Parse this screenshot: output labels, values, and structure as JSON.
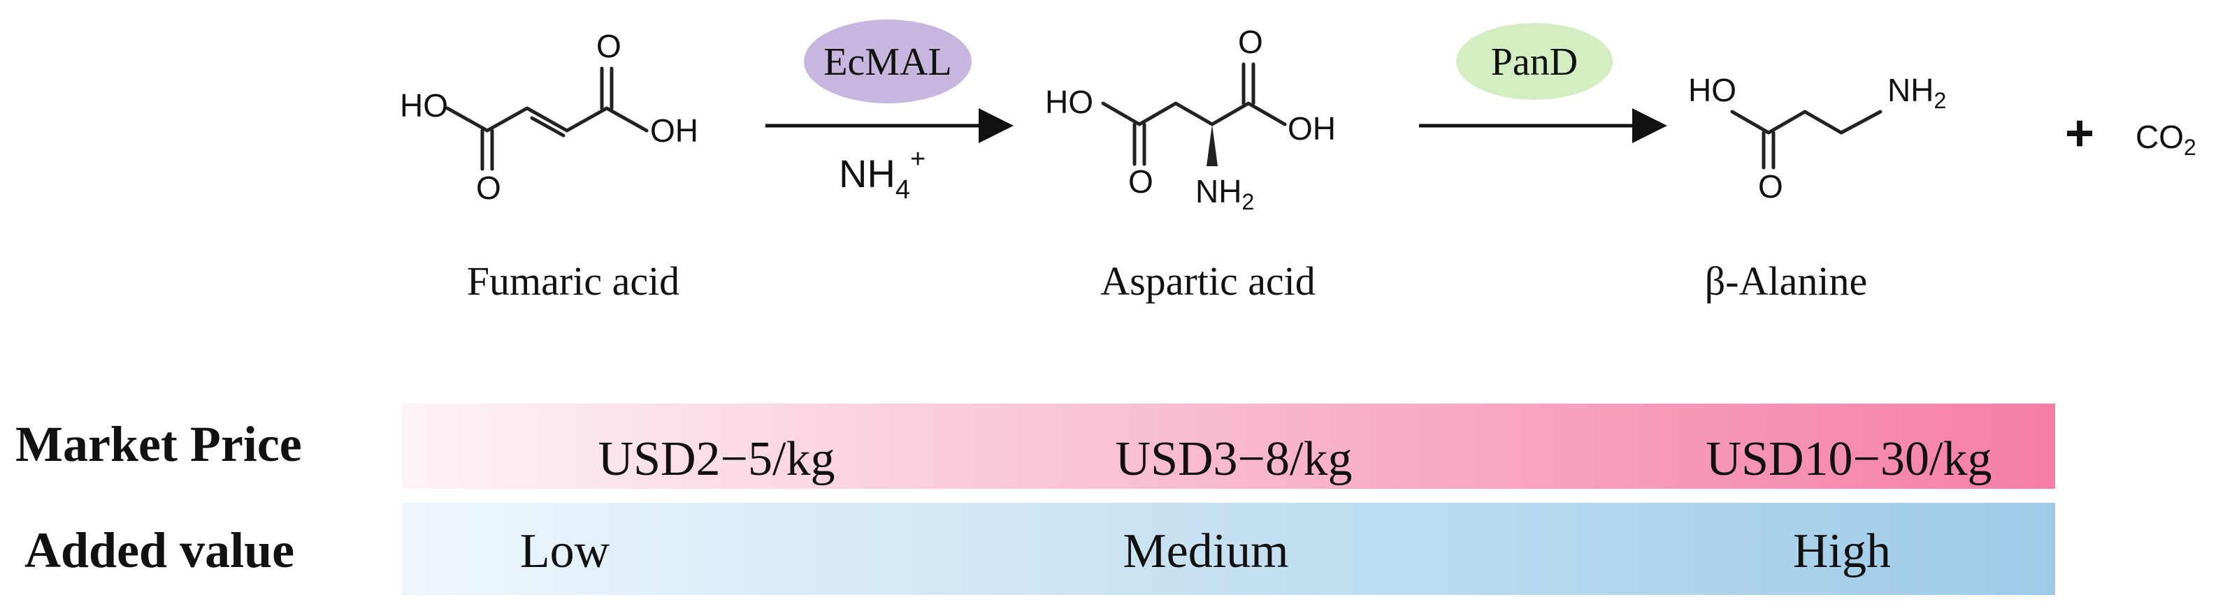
{
  "compounds": {
    "fumaric": {
      "name": "Fumaric acid",
      "ho": "HO",
      "oh": "OH",
      "o_top": "O",
      "o_bottom": "O"
    },
    "aspartic": {
      "name": "Aspartic acid",
      "ho": "HO",
      "oh": "OH",
      "o_top": "O",
      "o_bottom": "O",
      "nh": "NH",
      "nh_sub": "2"
    },
    "alanine": {
      "name": "β-Alanine",
      "ho": "HO",
      "o_bottom": "O",
      "nh": "NH",
      "nh_sub": "2"
    }
  },
  "byproduct": {
    "plus": "+",
    "co": "CO",
    "co_sub": "2"
  },
  "steps": [
    {
      "enzyme": "EcMAL",
      "color": "#c7b6de",
      "cofactor": "NH",
      "cofactor_sub": "4",
      "cofactor_sup": "+"
    },
    {
      "enzyme": "PanD",
      "color": "#d4edc2"
    }
  ],
  "bars": {
    "market_price": {
      "label": "Market Price",
      "values": [
        "USD2−5/kg",
        "USD3−8/kg",
        "USD10−30/kg"
      ],
      "gradient": [
        "#fdf3f7",
        "#f57ea8"
      ]
    },
    "added_value": {
      "label": "Added value",
      "values": [
        "Low",
        "Medium",
        "High"
      ],
      "gradient": [
        "#eef6fc",
        "#9dcbe7"
      ]
    }
  }
}
